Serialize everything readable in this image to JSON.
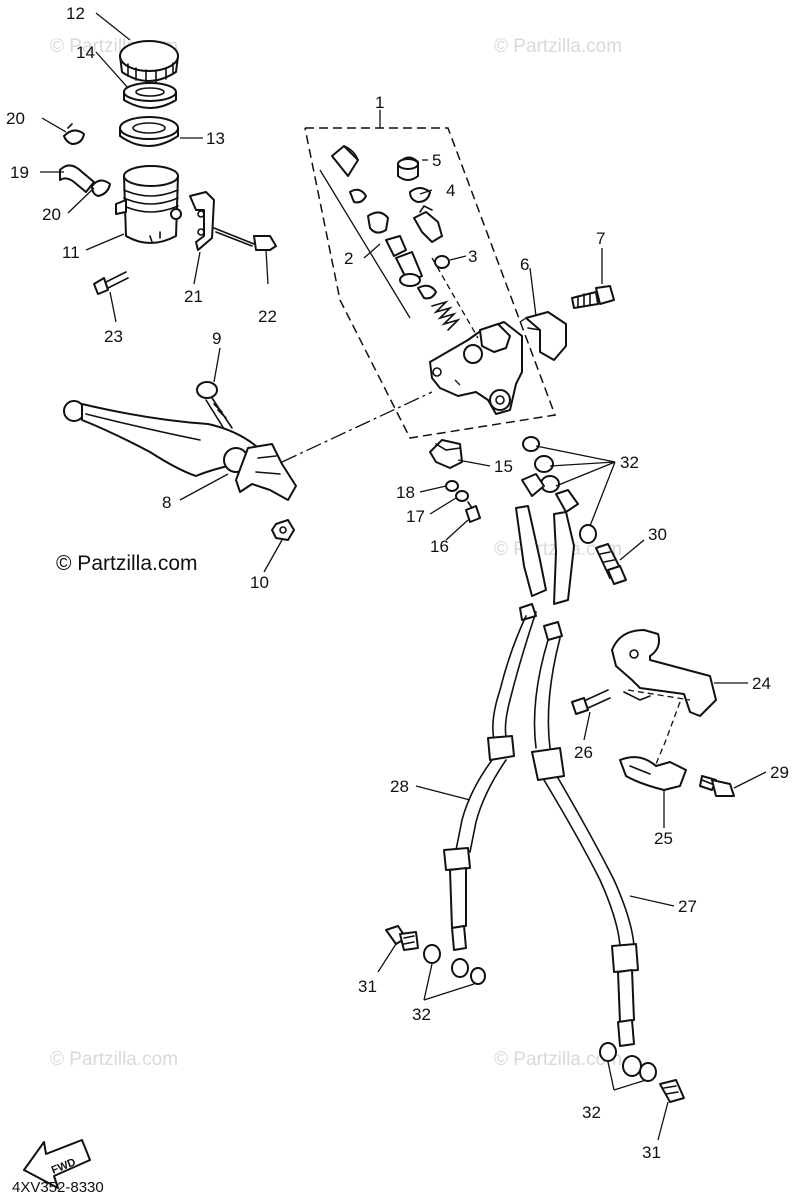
{
  "watermark": "© Partzilla.com",
  "copyright": "© Partzilla.com",
  "diagram_code": "4XV352-8330",
  "fwd_label": "FWD",
  "callouts": {
    "c1": "1",
    "c2": "2",
    "c3": "3",
    "c4": "4",
    "c5": "5",
    "c6": "6",
    "c7": "7",
    "c8": "8",
    "c9": "9",
    "c10": "10",
    "c11": "11",
    "c12": "12",
    "c13": "13",
    "c14": "14",
    "c15": "15",
    "c16": "16",
    "c17": "17",
    "c18": "18",
    "c19": "19",
    "c20": "20",
    "c21": "21",
    "c22": "22",
    "c23": "23",
    "c24": "24",
    "c25": "25",
    "c26": "26",
    "c27": "27",
    "c28": "28",
    "c29": "29",
    "c30": "30",
    "c31": "31",
    "c32": "32"
  }
}
